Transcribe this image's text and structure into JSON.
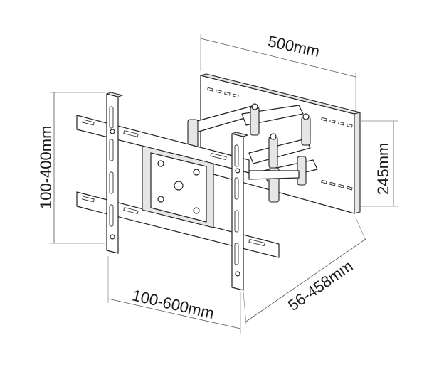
{
  "dimensions": {
    "wall_plate_width": "500mm",
    "wall_plate_height": "245mm",
    "vesa_vertical": "100-400mm",
    "vesa_horizontal": "100-600mm",
    "extension": "56-458mm"
  },
  "colors": {
    "line": "#222222",
    "fill": "#ffffff",
    "shade": "#e6e6e6"
  }
}
